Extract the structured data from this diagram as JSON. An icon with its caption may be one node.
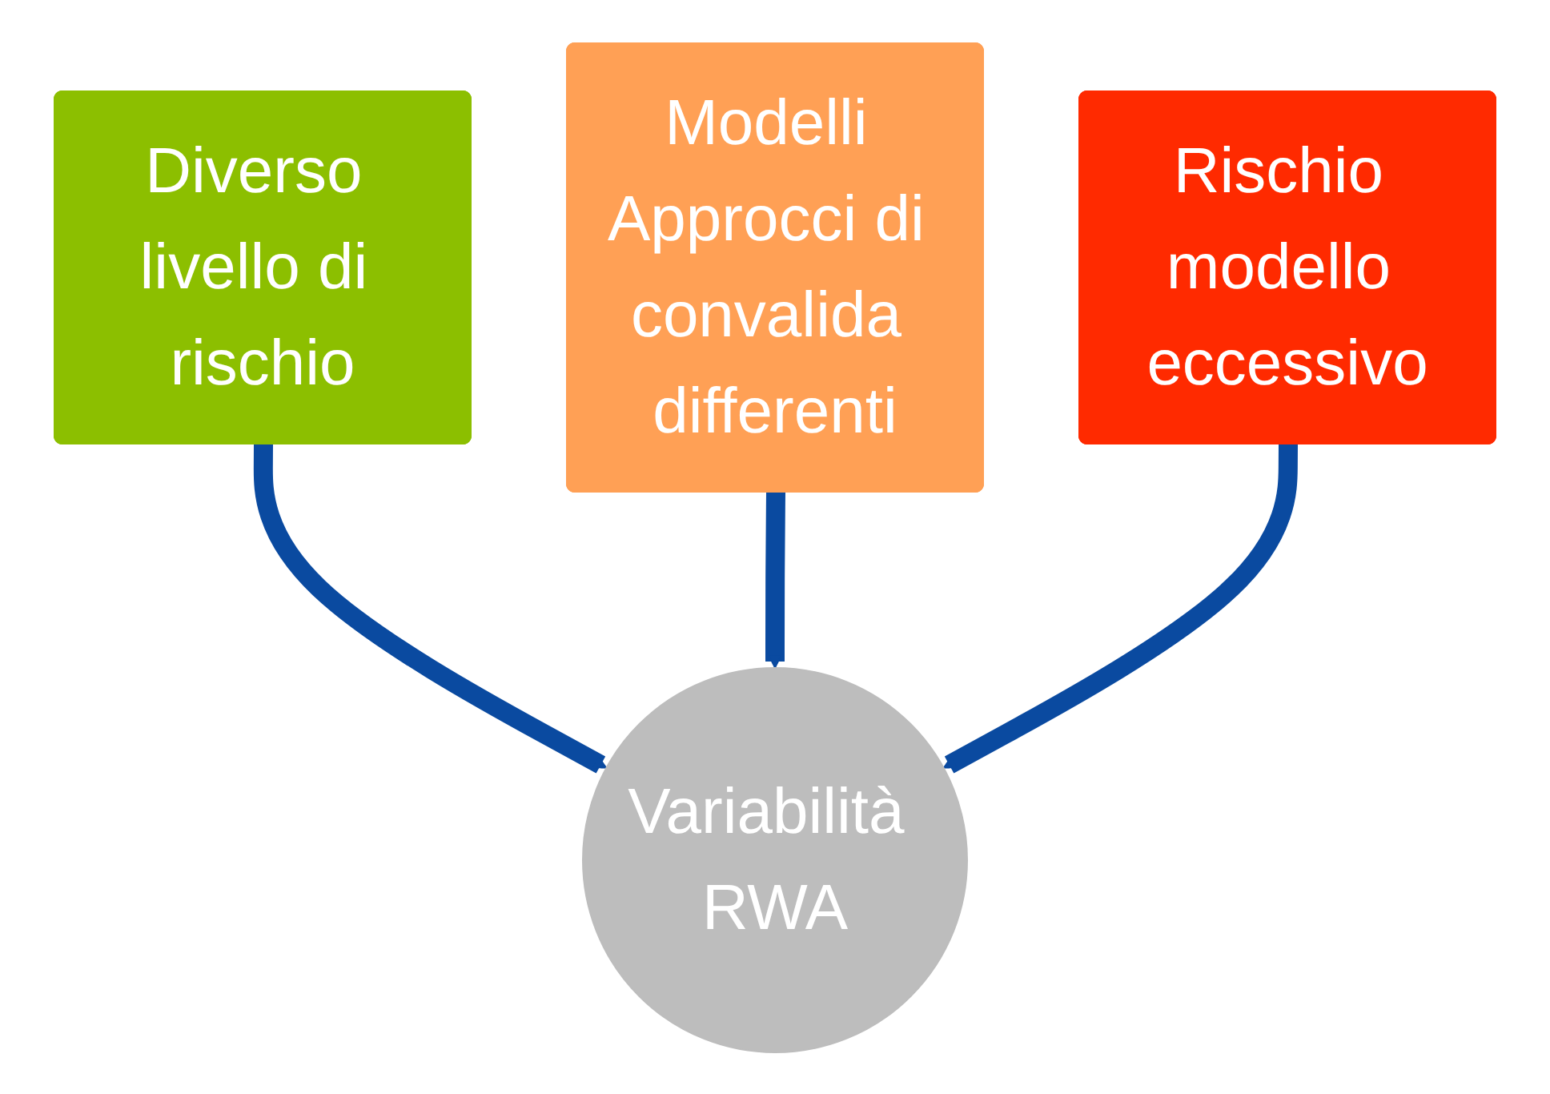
{
  "diagram": {
    "nodes": [
      {
        "text": [
          "Modelli Approcci di convalida differenti"
        ]
      },
      {
        "text": [
          "Diverso livello di rischio"
        ]
      },
      {
        "text": [
          "Rischio modello eccessivo"
        ]
      },
      {
        "text": [
          "Variabilità RWA"
        ]
      }
    ],
    "edges": [
      {
        "from": 1,
        "to": 3,
        "arrow": "to"
      },
      {
        "from": 0,
        "to": 3,
        "arrow": "to"
      },
      {
        "from": 2,
        "to": 3,
        "arrow": "to"
      }
    ]
  }
}
